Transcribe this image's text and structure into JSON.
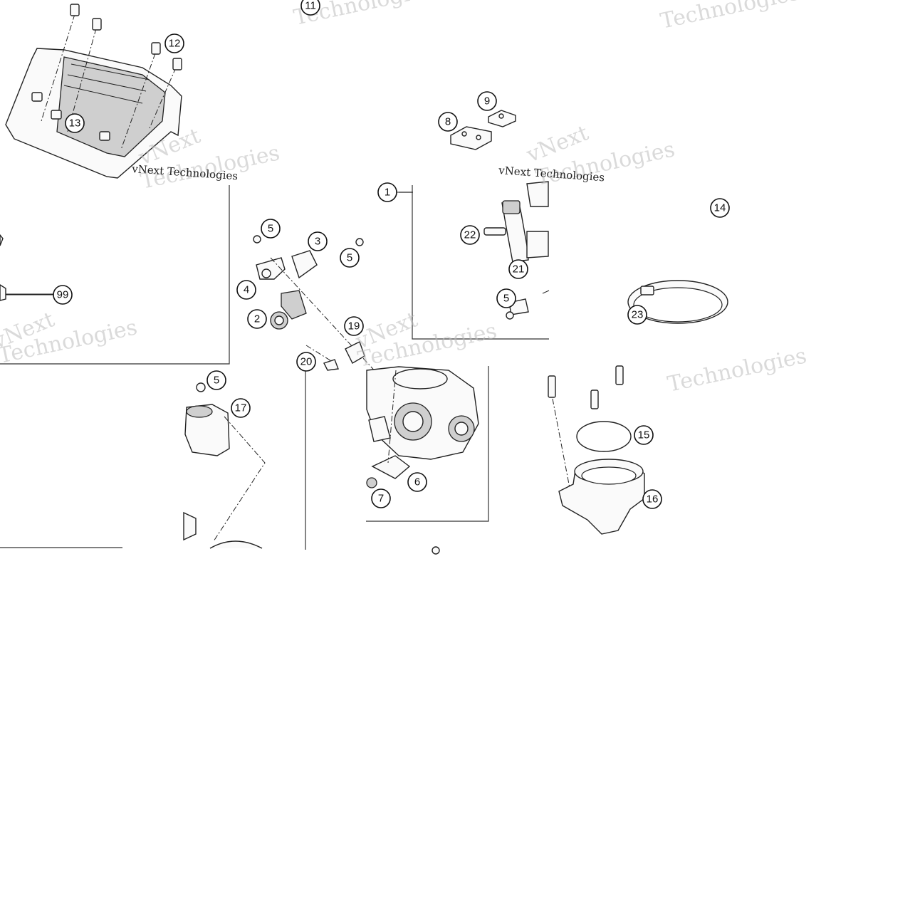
{
  "watermark": {
    "brand_line_1": "vNext",
    "brand_line_2": "Technologies",
    "caption": "vNext Technologies"
  },
  "callouts": [
    "1",
    "2",
    "3",
    "4",
    "5",
    "6",
    "7",
    "8",
    "9",
    "11",
    "12",
    "13",
    "14",
    "15",
    "16",
    "17",
    "19",
    "20",
    "21",
    "22",
    "23",
    "99"
  ]
}
